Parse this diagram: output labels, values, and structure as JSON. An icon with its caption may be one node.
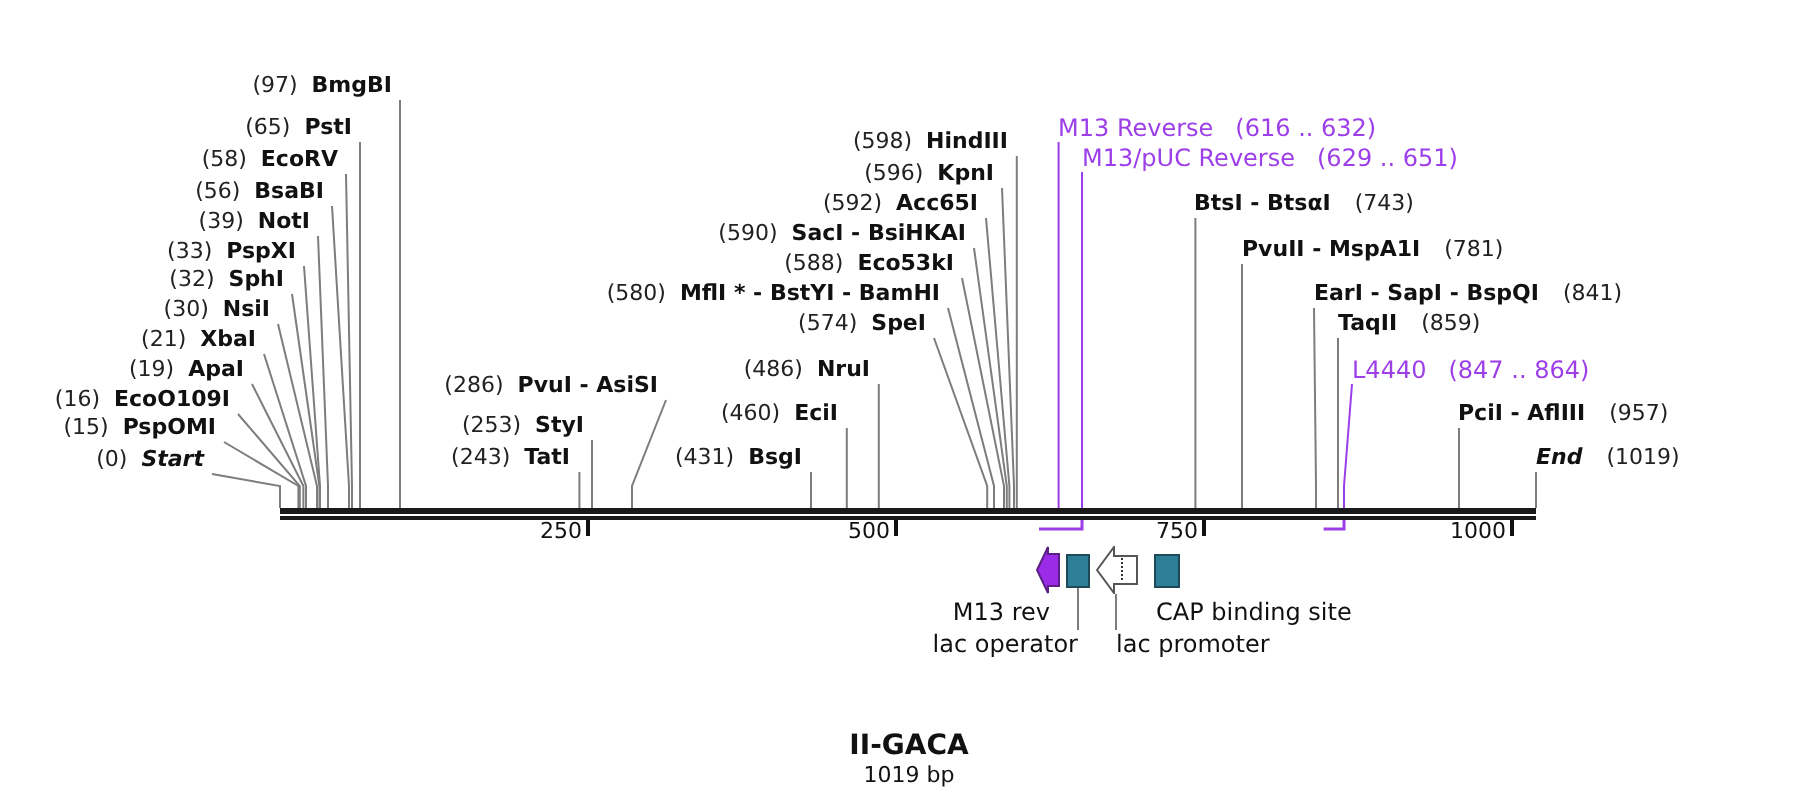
{
  "diagram": {
    "title": "II-GACA",
    "caption": "1019 bp",
    "nodes": [
      {
        "text": [
          "(97)",
          "BmgBI"
        ]
      },
      {
        "text": [
          "(65)",
          "PstI"
        ]
      },
      {
        "text": [
          "(58)",
          "EcoRV"
        ]
      },
      {
        "text": [
          "(56)",
          "BsaBI"
        ]
      },
      {
        "text": [
          "(39)",
          "NotI"
        ]
      },
      {
        "text": [
          "(33)",
          "PspXI"
        ]
      },
      {
        "text": [
          "(32)",
          "SphI"
        ]
      },
      {
        "text": [
          "(30)",
          "NsiI"
        ]
      },
      {
        "text": [
          "(21)",
          "XbaI"
        ]
      },
      {
        "text": [
          "(19)",
          "ApaI"
        ]
      },
      {
        "text": [
          "(16)",
          "EcoO109I"
        ]
      },
      {
        "text": [
          "(15)",
          "PspOMI"
        ]
      },
      {
        "text": [
          "(0)",
          "Start"
        ]
      },
      {
        "text": [
          "(286)",
          "PvuI - AsiSI"
        ]
      },
      {
        "text": [
          "(253)",
          "StyI"
        ]
      },
      {
        "text": [
          "(243)",
          "TatI"
        ]
      },
      {
        "text": [
          "(598)",
          "HindIII"
        ]
      },
      {
        "text": [
          "(596)",
          "KpnI"
        ]
      },
      {
        "text": [
          "(592)",
          "Acc65I"
        ]
      },
      {
        "text": [
          "(590)",
          "SacI - BsiHKAI"
        ]
      },
      {
        "text": [
          "(588)",
          "Eco53kI"
        ]
      },
      {
        "text": [
          "(580)",
          "MflI * - BstYI - BamHI"
        ]
      },
      {
        "text": [
          "(574)",
          "SpeI"
        ]
      },
      {
        "text": [
          "(486)",
          "NruI"
        ]
      },
      {
        "text": [
          "(460)",
          "EciI"
        ]
      },
      {
        "text": [
          "(431)",
          "BsgI"
        ]
      },
      {
        "text": [
          "M13 Reverse",
          "(616 .. 632)"
        ]
      },
      {
        "text": [
          "M13/pUC Reverse",
          "(629 .. 651)"
        ]
      },
      {
        "text": [
          "BtsI - BtsαI",
          "(743)"
        ]
      },
      {
        "text": [
          "PvuII - MspA1I",
          "(781)"
        ]
      },
      {
        "text": [
          "EarI - SapI - BspQI",
          "(841)"
        ]
      },
      {
        "text": [
          "TaqII",
          "(859)"
        ]
      },
      {
        "text": [
          "L4440",
          "(847 .. 864)"
        ]
      },
      {
        "text": [
          "PciI - AflIII",
          "(957)"
        ]
      },
      {
        "text": [
          "End",
          "(1019)"
        ]
      },
      {
        "text": [],
        "shape": "bar"
      },
      {
        "text": [],
        "shape": "arrow",
        "beside": [
          "M13 rev"
        ]
      },
      {
        "text": [],
        "shape": "box"
      },
      {
        "text": [],
        "shape": "arrow"
      },
      {
        "text": [],
        "shape": "box",
        "beside": [
          "CAP binding site"
        ]
      },
      {
        "text": [
          "lac operator"
        ]
      },
      {
        "text": [
          "lac promoter"
        ]
      }
    ],
    "edges": [
      {
        "from": 0,
        "to": 35,
        "arrow": "none"
      },
      {
        "from": 1,
        "to": 35,
        "arrow": "none"
      },
      {
        "from": 2,
        "to": 35,
        "arrow": "none"
      },
      {
        "from": 3,
        "to": 35,
        "arrow": "none"
      },
      {
        "from": 4,
        "to": 35,
        "arrow": "none"
      },
      {
        "from": 5,
        "to": 35,
        "arrow": "none"
      },
      {
        "from": 6,
        "to": 35,
        "arrow": "none"
      },
      {
        "from": 7,
        "to": 35,
        "arrow": "none"
      },
      {
        "from": 8,
        "to": 35,
        "arrow": "none"
      },
      {
        "from": 9,
        "to": 35,
        "arrow": "none"
      },
      {
        "from": 10,
        "to": 35,
        "arrow": "none"
      },
      {
        "from": 11,
        "to": 35,
        "arrow": "none"
      },
      {
        "from": 12,
        "to": 35,
        "arrow": "none"
      },
      {
        "from": 13,
        "to": 35,
        "arrow": "none"
      },
      {
        "from": 14,
        "to": 35,
        "arrow": "none"
      },
      {
        "from": 15,
        "to": 35,
        "arrow": "none"
      },
      {
        "from": 16,
        "to": 35,
        "arrow": "none"
      },
      {
        "from": 17,
        "to": 35,
        "arrow": "none"
      },
      {
        "from": 18,
        "to": 35,
        "arrow": "none"
      },
      {
        "from": 19,
        "to": 35,
        "arrow": "none"
      },
      {
        "from": 20,
        "to": 35,
        "arrow": "none"
      },
      {
        "from": 21,
        "to": 35,
        "arrow": "none"
      },
      {
        "from": 22,
        "to": 35,
        "arrow": "none"
      },
      {
        "from": 23,
        "to": 35,
        "arrow": "none"
      },
      {
        "from": 24,
        "to": 35,
        "arrow": "none"
      },
      {
        "from": 25,
        "to": 35,
        "arrow": "none"
      },
      {
        "from": 26,
        "to": 35,
        "arrow": "none",
        "color": "#9d3fe8"
      },
      {
        "from": 27,
        "to": 35,
        "arrow": "none",
        "color": "#9d3fe8"
      },
      {
        "from": 28,
        "to": 35,
        "arrow": "none"
      },
      {
        "from": 29,
        "to": 35,
        "arrow": "none"
      },
      {
        "from": 30,
        "to": 35,
        "arrow": "none"
      },
      {
        "from": 31,
        "to": 35,
        "arrow": "none"
      },
      {
        "from": 32,
        "to": 35,
        "arrow": "none",
        "color": "#9d3fe8"
      },
      {
        "from": 33,
        "to": 35,
        "arrow": "none"
      },
      {
        "from": 34,
        "to": 35,
        "arrow": "none"
      },
      {
        "from": 40,
        "to": 37,
        "arrow": "none"
      },
      {
        "from": 41,
        "to": 38,
        "arrow": "none"
      }
    ],
    "labels": [
      "250",
      "500",
      "750",
      "1000"
    ]
  }
}
